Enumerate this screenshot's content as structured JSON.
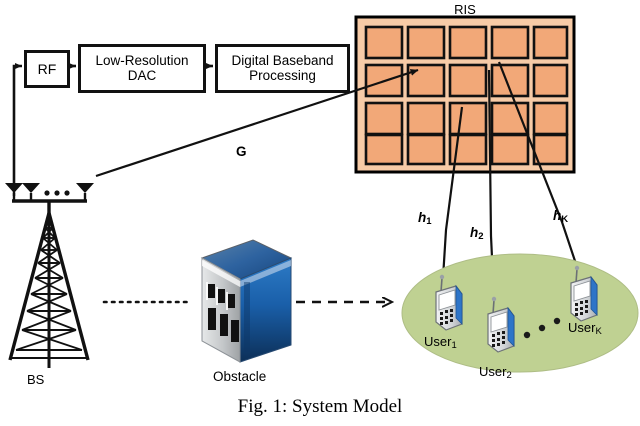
{
  "figure": {
    "caption": "Fig. 1: System Model"
  },
  "blocks": {
    "rf": "RF",
    "dac": "Low-Resolution DAC",
    "dac_line1": "Low-Resolution",
    "dac_line2": "DAC",
    "dbp": "Digital Baseband Processing",
    "dbp_line1": "Digital Baseband",
    "dbp_line2": "Processing"
  },
  "ris": {
    "label": "RIS",
    "rows": 4,
    "cols": 5,
    "cell_color": "#F2A878",
    "panel_color": "#F7CBA7",
    "border_color": "#000000"
  },
  "bs": {
    "label": "BS",
    "antenna_count_shown": 3,
    "ellipsis": "• • •"
  },
  "obstacle": {
    "label": "Obstacle"
  },
  "links": {
    "g": "G",
    "h1": "h",
    "h1_sub": "1",
    "h2": "h",
    "h2_sub": "2",
    "hK": "h",
    "hK_sub": "K"
  },
  "users": {
    "coverage_color": "#BFD192",
    "items": [
      {
        "name": "User",
        "sub": "1"
      },
      {
        "name": "User",
        "sub": "2"
      },
      {
        "name": "User",
        "sub": "K"
      }
    ],
    "ellipsis": "• • •"
  },
  "colors": {
    "line": "#111111",
    "ris_cell": "#F2A878",
    "ris_panel": "#F7CBA7",
    "coverage": "#BFD192",
    "building_front": "#C9CBCC",
    "building_side": "#1D5FA8"
  }
}
